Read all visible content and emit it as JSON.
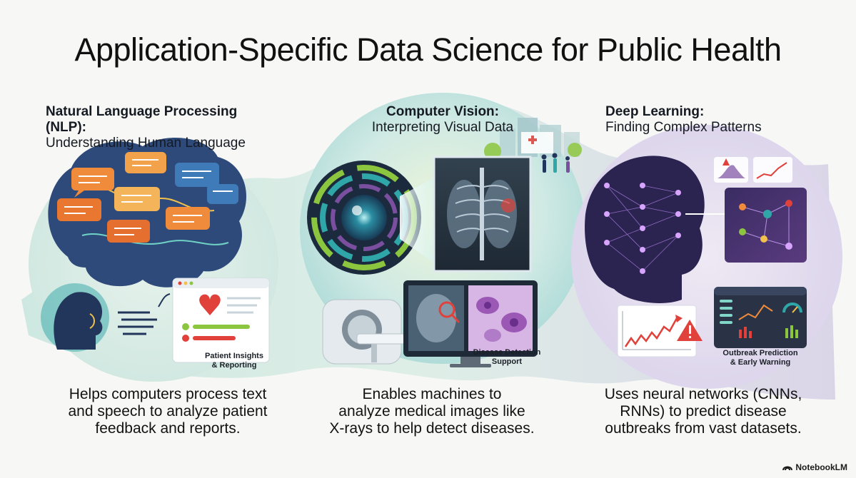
{
  "title": "Application-Specific Data Science for Public Health",
  "sections": [
    {
      "heading": "Natural Language Processing (NLP):",
      "subheading": "Understanding Human Language",
      "caption_line1": "Patient Insights",
      "caption_line2": "& Reporting",
      "description_lines": [
        "Helps computers process text",
        "and speech to analyze patient",
        "feedback and reports."
      ]
    },
    {
      "heading": "Computer Vision:",
      "subheading": "Interpreting Visual Data",
      "caption_line1": "Disease Detection",
      "caption_line2": "Support",
      "description_lines": [
        "Enables machines to",
        "analyze medical images like",
        "X-rays to help detect diseases."
      ]
    },
    {
      "heading": "Deep Learning:",
      "subheading": "Finding Complex Patterns",
      "caption_line1": "Outbreak Prediction",
      "caption_line2": "& Early Warning",
      "description_lines": [
        "Uses neural networks (CNNs,",
        "RNNs) to predict disease",
        "outbreaks from vast datasets."
      ]
    }
  ],
  "brand": "NotebookLM",
  "colors": {
    "teal": "#2fa6a8",
    "navy": "#22355a",
    "orange": "#ef8b3a",
    "purple": "#7b4fa0",
    "green": "#8cc63f",
    "red": "#e0413a"
  }
}
